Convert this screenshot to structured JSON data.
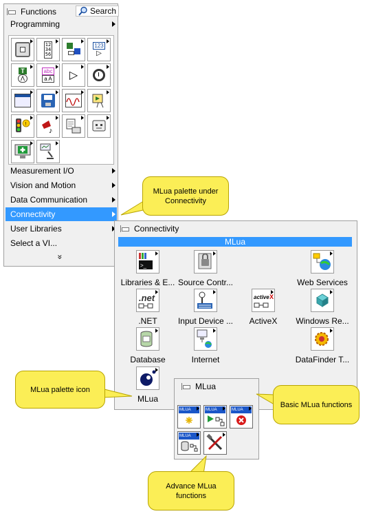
{
  "functions_palette": {
    "title": "Functions",
    "search_label": "Search",
    "categories": [
      {
        "label": "Programming"
      },
      {
        "label": "Measurement I/O"
      },
      {
        "label": "Vision and Motion"
      },
      {
        "label": "Data Communication"
      },
      {
        "label": "Connectivity",
        "selected": true
      },
      {
        "label": "User Libraries"
      },
      {
        "label": "Select a VI..."
      }
    ],
    "more_glyph": "»"
  },
  "connectivity_palette": {
    "title": "Connectivity",
    "section_header": "MLua",
    "items": [
      {
        "label": "Libraries & E...",
        "icon": "libraries-icon"
      },
      {
        "label": "Source Contr...",
        "icon": "source-control-icon"
      },
      {
        "label": "Web Services",
        "icon": "web-services-icon"
      },
      {
        "label": ".NET",
        "icon": "dotnet-icon"
      },
      {
        "label": "Input Device ...",
        "icon": "input-device-icon"
      },
      {
        "label": "ActiveX",
        "icon": "activex-icon"
      },
      {
        "label": "Windows Re...",
        "icon": "windows-registry-icon"
      },
      {
        "label": "Database",
        "icon": "database-icon"
      },
      {
        "label": "Internet",
        "icon": "internet-icon"
      },
      {
        "label": "DataFinder T...",
        "icon": "datafinder-icon"
      },
      {
        "label": "MLua",
        "icon": "mlua-icon"
      }
    ]
  },
  "mlua_palette": {
    "title": "MLua",
    "icon_header_text": "MLUA",
    "icons": [
      "mlua-new-icon",
      "mlua-run-icon",
      "mlua-close-icon",
      "mlua-storage-icon",
      "mlua-tools-icon"
    ]
  },
  "callouts": {
    "palette_under": "MLua palette under Connectivity",
    "palette_icon": "MLua palette icon",
    "basic": "Basic MLua functions",
    "advance": "Advance MLua functions"
  },
  "colors": {
    "selection": "#3399ff",
    "callout_fill": "#fbee56",
    "mlua_header": "#1a56c8"
  }
}
